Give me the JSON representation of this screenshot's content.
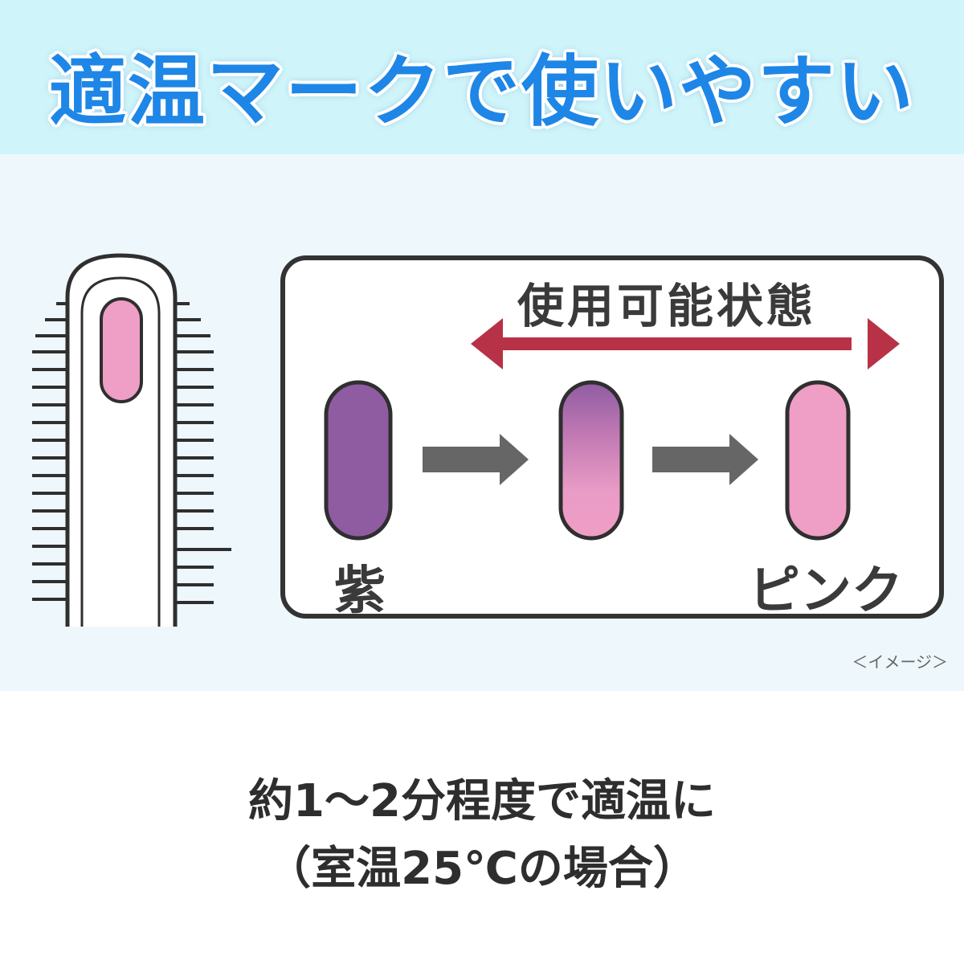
{
  "header": {
    "title": "適温マークで使いやすい"
  },
  "diagram": {
    "state_label": "使用可能状態",
    "start_color_label": "紫",
    "end_color_label": "ピンク",
    "image_note": "＜イメージ＞"
  },
  "caption": {
    "line1": "約1〜2分程度で適温に",
    "line2": "（室温25℃の場合）"
  },
  "colors": {
    "header_bg": "#cff5fb",
    "title_blue": "#1e86e6",
    "purple": "#8f5ca2",
    "pink": "#ef9ec5",
    "state_arrow": "#b83247",
    "progress_arrow": "#666666"
  },
  "icons": [
    "brush-device-icon",
    "purple-indicator-icon",
    "gradient-indicator-icon",
    "pink-indicator-icon",
    "right-arrow-icon",
    "double-arrow-icon"
  ]
}
